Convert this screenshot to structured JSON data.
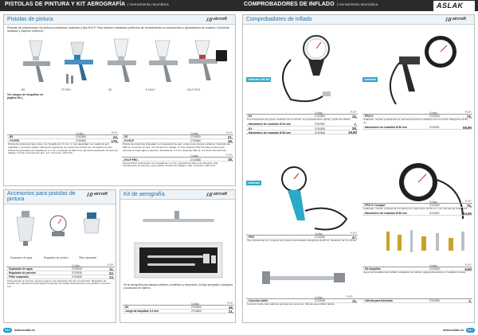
{
  "left": {
    "header_title": "PISTOLAS DE PINTURA Y KIT AEROGRAFÍA",
    "header_sub": "| Herramienta neumática",
    "pistolas": {
      "title": "Pistolas de pintura",
      "brand": "aircraft",
      "intro": "Pistolas de pulverización de pintura profesional, estándar y tipo HVLP. Para obtener resultados perfectos de revestimiento en automóviles o aplicaciones de madera. Excelente acabado y espesor uniforme.",
      "captions": [
        "BS",
        "TS PRO",
        "SS",
        "P-HVLP",
        "HVLP PRO"
      ],
      "note": "Ver juegos de boquillas en página 98 L.",
      "tables": [
        {
          "header": [
            "",
            "Código",
            "P.V.P."
          ],
          "rows": [
            {
              "name": "- BS",
              "code": "2710350",
              "price": "24,"
            },
            {
              "name": "- TS PRO",
              "code": "2710500",
              "price": "176,"
            }
          ],
          "desc": "Pistola de pintura de bajo coste, con boquilla de 1,5 mm, 1 l de capacidad, con salida de aire regulable y conexión rápida. Válvula de regulación de presión de pintura con circulación de aire. Pistola de gravedad con boquilla de 1,4 mm y depósito de 600 ml en aluminio anodizado. Presión de trabajo: 3-4 bar. Conexión de aire: 1/4. Consumo: 130 l/min."
        },
        {
          "header": [
            "",
            "Código",
            "P.V.P."
          ],
          "rows": [
            {
              "name": "- SS",
              "code": "2710520",
              "price": "21,"
            },
            {
              "name": "- P-HVLP",
              "code": "2710560",
              "price": "18,"
            }
          ],
          "desc": "Pistola de pintura de gravedad, con regulación de aire, volumen de pintura y abanico. Depósito de 600 ml. Conexión de aire: 1/4. Presión de trabajo: 2-3 bar. Pistola HVLP de baja presión para pinturas en base agua y barnices. Boquilla de 1,4 mm, depósito 600 ml. Consumo 90-110 l/min."
        },
        {
          "header": [
            "",
            "Código",
            "P.V.P."
          ],
          "rows": [
            {
              "name": "- HVLP PRO",
              "code": "2710380",
              "price": "19,"
            }
          ],
          "desc": "Pistola HVLP profesional, con boquilla de 1,3 mm, depósito de 600 ml de aluminio. Alta transferencia de pintura y poca niebla. Presión de trabajo: 2 bar. Consumo: 200 l/min."
        }
      ]
    },
    "accesorios": {
      "title": "Accesorios para pistolas de pintura",
      "brand": "aircraft",
      "captions": [
        "Separador de agua",
        "Regulador de presión",
        "Filtro separador"
      ],
      "tables": {
        "header": [
          "",
          "Código",
          "P.V.P."
        ],
        "rows": [
          {
            "name": "- Separador de agua",
            "code": "2710510",
            "price": "11,"
          },
          {
            "name": "- Regulador de presión",
            "code": "2710515",
            "price": "22,"
          },
          {
            "name": "- Filtro separador",
            "code": "2710530",
            "price": "13,"
          }
        ],
        "desc": "Para pistolas de pintura, separa el agua y las partículas del aire comprimido. Regulador de presión con manómetro para ajustar la presión de trabajo directamente en la pistola. Conexión 1/4."
      }
    },
    "aerografia": {
      "title": "Kit de aerografía",
      "brand": "aircraft",
      "intro": "Kit de aerografía para trabajos artísticos, modelismo y decoración. Incluye aerógrafos, manguera y accesorios en maletín.",
      "tables": {
        "header": [
          "",
          "Código",
          "P.V.P."
        ],
        "rows": [
          {
            "name": "- Kit",
            "code": "2710600",
            "price": "46,"
          },
          {
            "name": "- Juego de boquillas 0,2 mm",
            "code": "2710602",
            "price": "21,"
          }
        ]
      }
    },
    "footer": "www.aslak.es",
    "page": "516"
  },
  "right": {
    "header_title": "COMPROBADORES DE INFLADO",
    "header_sub": "| Herramienta neumática",
    "logo": "ASLAK",
    "comprobadores": {
      "title": "Comprobadores de inflado",
      "brand": "aircraft",
      "tags": [
        "Calibrado DIN-EN",
        "Calibrado",
        "Calibrado"
      ],
      "tables": [
        {
          "header": [
            "",
            "Código",
            "P.V.P."
          ],
          "rows": [
            {
              "name": "- EX",
              "code": "2710300",
              "price": "15,"
            },
            {
              "name": "- Manómetro de recambio Ø 63 mm",
              "code": "2710302",
              "price": "7,"
            },
            {
              "name": "- EX",
              "code": "2710305",
              "price": "28,"
            },
            {
              "name": "- Manómetro de recambio Ø 80 mm",
              "code": "2710306",
              "price": "19,90"
            }
          ],
          "desc": "Con manómetro de goma, medición de 0 a 12 bar. Con acoplamiento rápido y pinza de inflado."
        },
        {
          "header": [
            "",
            "Código",
            "P.V.P."
          ],
          "rows": [
            {
              "name": "- PRO-S",
              "code": "2710310",
              "price": "75,"
            },
            {
              "name": "- Manómetro de recambio Ø 80 mm",
              "code": "2710311",
              "price": "59,90"
            }
          ],
          "desc": "Calibrado. Versión profesional con carcasa protectora. Medición de 0 a 12 bar. Manguera de 50 cm."
        },
        {
          "header": [
            "",
            "Código",
            "P.V.P."
          ],
          "rows": [
            {
              "name": "- PRO-S Compact",
              "code": "2710320",
              "price": "76,"
            },
            {
              "name": "- Manómetro de recambio Ø 80 mm",
              "code": "2710321",
              "price": "24,90"
            }
          ],
          "desc": "Calibrado. Versión profesional compacta con manómetro de 80 mm, con carcasa de protección."
        },
        {
          "header": [
            "",
            "Código",
            "P.V.P."
          ],
          "rows": [
            {
              "name": "- PRO",
              "code": "2710330",
              "price": "47,"
            }
          ],
          "desc": "Tipo profesional con conector de pulsación automática. Manguera de 50 cm. Medición de 0 a 10 bar."
        },
        {
          "header": [
            "",
            "Código",
            "P.V.P."
          ],
          "rows": [
            {
              "name": "- Kit boquillas",
              "code": "2710340",
              "price": "6,90"
            }
          ],
          "desc": "Juego de boquillas para inflado: adaptador de válvula, aguja para balones y boquillas cónicas."
        },
        {
          "header": [
            "",
            "Código",
            "P.V.P."
          ],
          "rows": [
            {
              "name": "- Conector doble",
              "code": "2710345",
              "price": "11,"
            },
            {
              "name": "- Válvula para hinchado",
              "code": "2710350",
              "price": "2,"
            }
          ],
          "desc": "Conector doble para válvulas gemelas de camiones. Válvula para inflado rápido."
        }
      ]
    },
    "footer": "www.aslak.es",
    "page": "517"
  }
}
